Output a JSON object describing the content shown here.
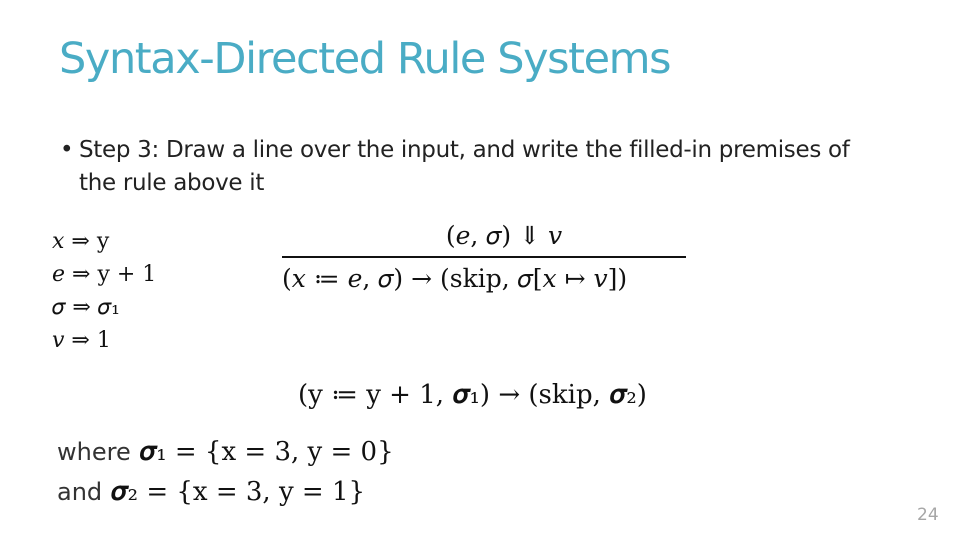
{
  "title": "Syntax-Directed Rule Systems",
  "bullet": {
    "marker": "•",
    "text": "Step 3: Draw a line over the input, and write the filled-in premises of the rule above it"
  },
  "mappings": [
    "𝑥 ⇒ y",
    "𝑒 ⇒ y + 1",
    "𝜎 ⇒ 𝜎₁",
    "𝑣 ⇒ 1"
  ],
  "rule": {
    "premise": "(𝑒, 𝜎) ⇓ 𝑣",
    "conclusion": "(𝑥 ≔ 𝑒, 𝜎) → (skip, 𝜎[𝑥 ↦ 𝑣])"
  },
  "input": "(y ≔ y + 1, 𝝈₁) → (skip, 𝝈₂)",
  "where": [
    {
      "keyword": "where",
      "math": "𝝈₁ = {x = 3, y = 0}"
    },
    {
      "keyword": "and",
      "math": "𝝈₂ = {x = 3, y = 1}"
    }
  ],
  "page_number": "24"
}
